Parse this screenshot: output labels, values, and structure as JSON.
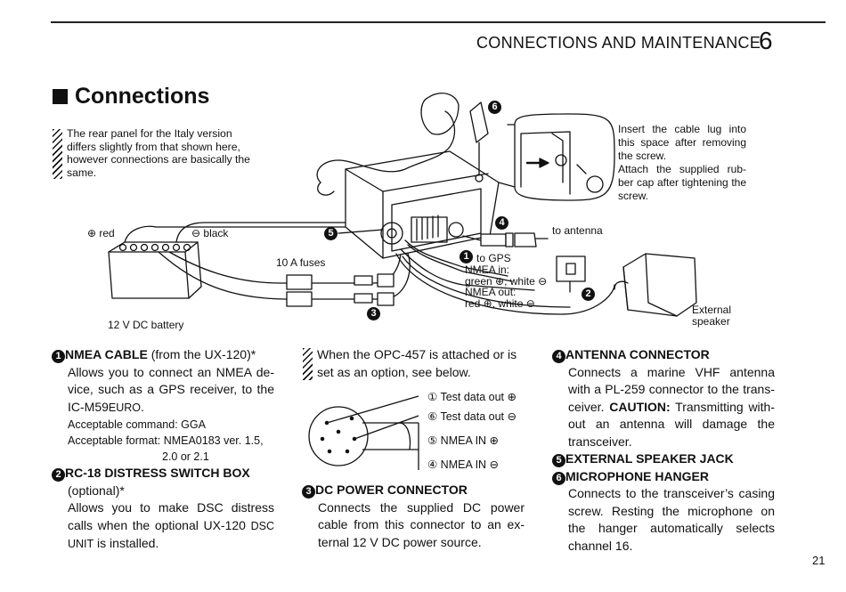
{
  "header": {
    "chapter_title": "CONNECTIONS AND MAINTENANCE",
    "chapter_number": "6"
  },
  "section_title": "Connections",
  "note": "The rear panel for the Italy version differs slightly from that shown here, however connections are basically the same.",
  "diagram": {
    "red_label": "⊕ red",
    "black_label": "⊖ black",
    "battery_label": "12 V DC battery",
    "fuses_label": "10 A fuses",
    "to_gps": "to GPS",
    "nmea_in_label": "NMEA in:",
    "nmea_in_value": "green ⊕, white ⊖",
    "nmea_out_label": "NMEA out:",
    "nmea_out_value": "red ⊕, white ⊖",
    "to_antenna": "to antenna",
    "external_speaker": "External\nspeaker",
    "inset_text": "Insert the cable lug into this space after removing the screw.\nAttach the supplied rub-ber cap after tightening the screw.",
    "callouts": [
      "1",
      "2",
      "3",
      "4",
      "5",
      "6"
    ]
  },
  "col1": {
    "item1_num": "1",
    "item1_title": "NMEA CABLE",
    "item1_suffix": " (from the UX-120)*",
    "item1_body": "Allows you to connect an NMEA de-vice, such as a GPS receiver, to the IC-M59",
    "item1_euro": "EURO",
    "item1_period": ".",
    "acceptable_command": "Acceptable command: GGA",
    "acceptable_format": "Acceptable format: NMEA0183 ver. 1.5,",
    "acceptable_format_cont": "2.0 or 2.1",
    "item2_num": "2",
    "item2_title": "RC-18 DISTRESS SWITCH BOX",
    "item2_optional": "(optional)*",
    "item2_body_a": "Allows you to make DSC distress calls when the optional UX-120 ",
    "item2_dsc": "DSC",
    "item2_unit": "UNIT",
    "item2_body_b": " is installed."
  },
  "col2": {
    "note_text": "When the OPC-457 is attached or is set as an option, see below.",
    "pins": [
      "① Test data out ⊕",
      "⑥ Test data out ⊖",
      "⑤ NMEA IN ⊕",
      "④ NMEA IN ⊖"
    ],
    "item3_num": "3",
    "item3_title": "DC POWER CONNECTOR",
    "item3_body": "Connects the supplied DC power cable from this connector to an ex-ternal 12 V DC power source."
  },
  "col3": {
    "item4_num": "4",
    "item4_title": "ANTENNA CONNECTOR",
    "item4_body_a": "Connects a marine VHF antenna with a PL-259 connector to the trans-ceiver. ",
    "item4_caution": "CAUTION:",
    "item4_body_b": " Transmitting with-out an antenna will damage the transceiver.",
    "item5_num": "5",
    "item5_title": "EXTERNAL SPEAKER JACK",
    "item6_num": "6",
    "item6_title": "MICROPHONE HANGER",
    "item6_body": "Connects to the transceiver’s casing screw. Resting the microphone on the hanger automatically selects channel 16."
  },
  "page_number": "21"
}
